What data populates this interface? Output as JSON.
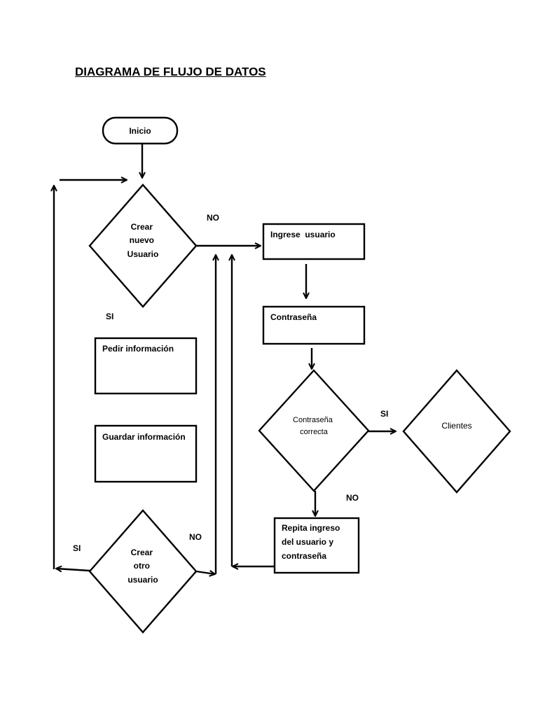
{
  "title": "DIAGRAMA DE FLUJO DE DATOS",
  "nodes": {
    "inicio": "Inicio",
    "crear_nuevo_usuario": [
      "Crear",
      "nuevo",
      "Usuario"
    ],
    "pedir_informacion": "Pedir información",
    "guardar_informacion": "Guardar información",
    "crear_otro_usuario": [
      "Crear",
      "otro",
      "usuario"
    ],
    "ingrese_usuario": "Ingrese  usuario",
    "contrasena": "Contraseña",
    "contrasena_correcta": [
      "Contraseña",
      "correcta"
    ],
    "clientes": "Clientes",
    "repita_ingreso": [
      "Repita ingreso",
      "del usuario y",
      "contraseña"
    ]
  },
  "edge_labels": {
    "no_crear_nuevo": "NO",
    "si_crear_nuevo": "SI",
    "si_contrasena": "SI",
    "no_contrasena": "NO",
    "no_crear_otro": "NO",
    "si_crear_otro": "SI"
  }
}
